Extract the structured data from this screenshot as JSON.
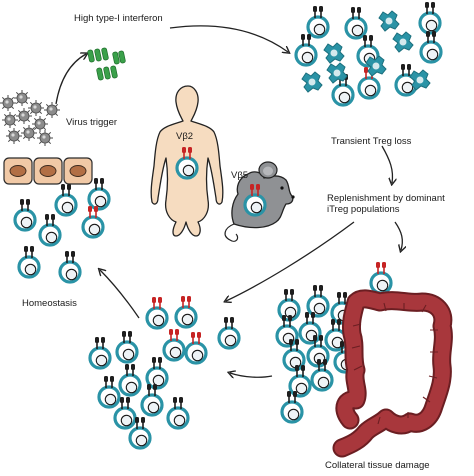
{
  "labels": {
    "interferon": "High type-I interferon",
    "virus_trigger": "Virus trigger",
    "transient_loss": "Transient Treg loss",
    "replenishment": "Replenishment by dominant iTreg populations",
    "homeostasis": "Homeostasis",
    "collateral": "Collateral tissue damage",
    "human_tcr": "Vβ2",
    "mouse_tcr": "Vβ5"
  },
  "icons": [
    "human-silhouette",
    "mouse",
    "virus-particle",
    "interferon-molecule",
    "epithelial-cell",
    "treg-cell",
    "t-cell-receptor",
    "colon",
    "cycle-arrow"
  ],
  "colors": {
    "cell_teal": "#2a93a6",
    "cell_fill": "#ffffff",
    "nucleus": "#eef3f6",
    "receptor_dark": "#1e1e1e",
    "receptor_red": "#c62424",
    "skin": "#f6dcc0",
    "mouse_gray": "#8f9194",
    "colon_red": "#a8373c",
    "virus_gray": "#8c8c8c",
    "interferon_green": "#3aa04a",
    "epithelium": "#f1c9a6"
  }
}
